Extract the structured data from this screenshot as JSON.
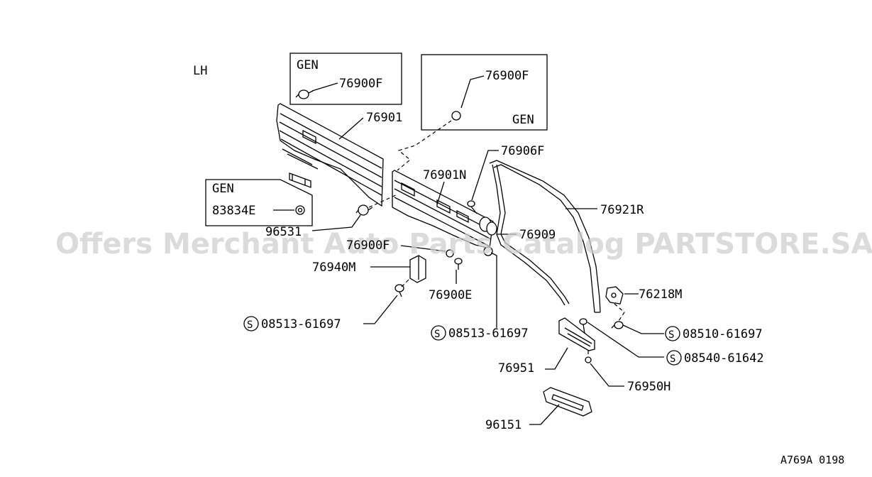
{
  "side_label": "LH",
  "gen_box_1": {
    "title": "GEN",
    "part": "76900F"
  },
  "gen_box_2": {
    "title": "GEN",
    "part": "76900F"
  },
  "gen_box_3": {
    "title": "GEN",
    "part": "83834E"
  },
  "labels": {
    "p76901": "76901",
    "p76901N": "76901N",
    "p76906F": "76906F",
    "p76921R": "76921R",
    "p96531": "96531",
    "p76909": "76909",
    "p76900F": "76900F",
    "p76940M": "76940M",
    "p76900E": "76900E",
    "p08513a": "08513-61697",
    "p08513b": "08513-61697",
    "p76218M": "76218M",
    "p08510": "08510-61697",
    "p08540": "08540-61642",
    "p76951": "76951",
    "p76950H": "76950H",
    "p96151": "96151"
  },
  "screw_symbol": "S",
  "watermark": "Offers Merchant Auto Parts Catalog PARTSTORE.SA",
  "diagram_code": "A769A 0198"
}
